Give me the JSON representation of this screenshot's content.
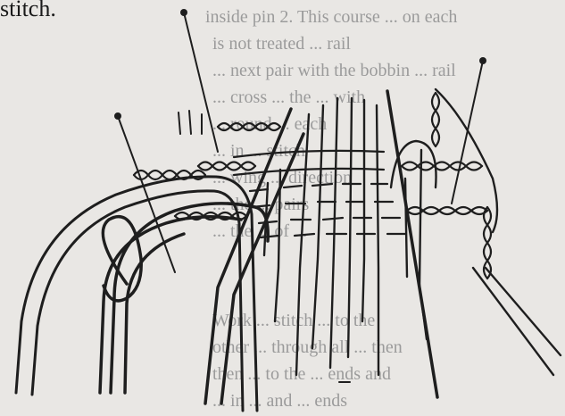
{
  "page": {
    "top_text": "stitch.",
    "faint_text": [
      "inside pin 2. This course ... on each",
      "is not treated ... rail",
      "... next pair with the bobbin ... rail",
      "... cross ... the ... with",
      "... round ... each",
      "... in ... stitch",
      "... wing ... direction",
      "... the ... pairs",
      "... the ... of ...",
      "Work ... stitch ... to the",
      "other ... through all ... then",
      "then ... to the ... ends and",
      "... in ... and ... ends"
    ]
  },
  "figure": {
    "name": "bobbin-lace-diagram",
    "pins": 3
  }
}
